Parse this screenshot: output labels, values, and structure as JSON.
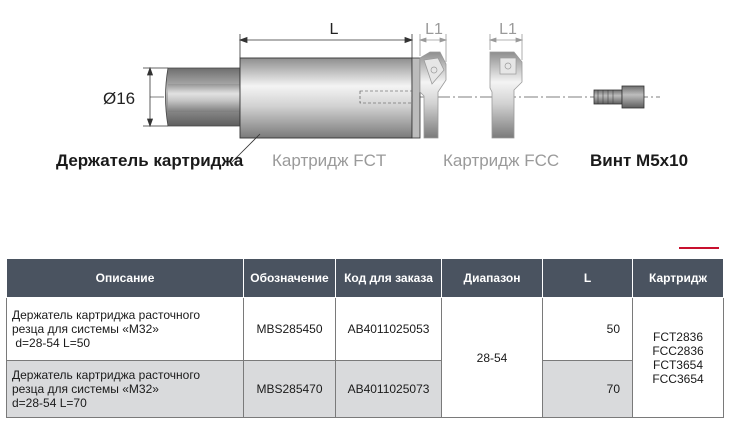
{
  "diagram": {
    "dim_L": "L",
    "dim_L1_fct": "L1",
    "dim_L1_fcc": "L1",
    "diameter": "Ø16",
    "holder_label": "Держатель картриджа",
    "fct_label": "Картридж FCT",
    "fcc_label": "Картридж FCC",
    "screw_label": "Винт M5x10"
  },
  "table": {
    "headers": [
      "Описание",
      "Обозначение",
      "Код для заказа",
      "Диапазон",
      "L",
      "Картридж"
    ],
    "rows": [
      {
        "description": [
          "Держатель картриджа расточного",
          "резца для системы «M32»",
          " d=28-54 L=50"
        ],
        "designation": "MBS285450",
        "order_code": "AB4011025053",
        "L": "50"
      },
      {
        "description": [
          "Держатель картриджа расточного",
          "резца для системы «M32»",
          "d=28-54 L=70"
        ],
        "designation": "MBS285470",
        "order_code": "AB4011025073",
        "L": "70"
      }
    ],
    "range": "28-54",
    "cartridges": [
      "FCT2836",
      "FCC2836",
      "FCT3654",
      "FCC3654"
    ]
  },
  "colors": {
    "header_bg": "#4a5360",
    "row_shade": "#d9dadc",
    "accent_red": "#c8102e"
  }
}
